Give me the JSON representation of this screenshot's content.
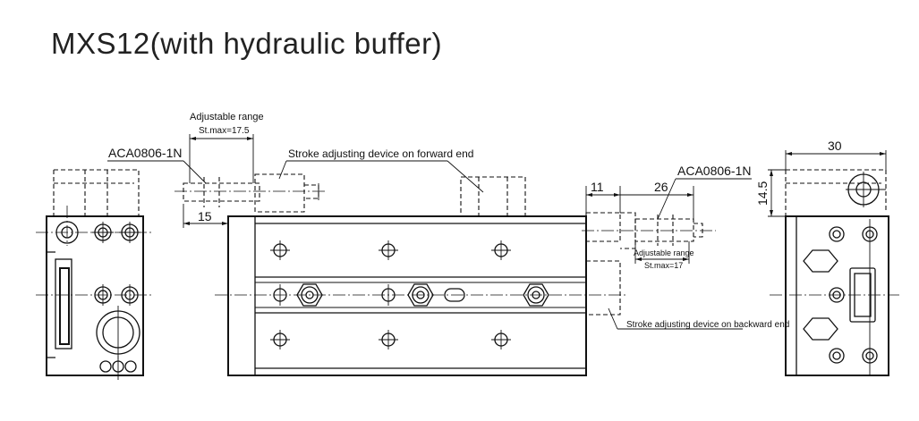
{
  "title": "MXS12(with hydraulic buffer)",
  "labels": {
    "adjustable_range_left": "Adjustable range",
    "stmax_left": "St.max=17.5",
    "aca_left": "ACA0806-1N",
    "forward_device": "Stroke adjusting device on forward end",
    "dim_15": "15",
    "dim_11": "11",
    "dim_26": "26",
    "aca_right": "ACA0806-1N",
    "adjustable_range_right": "Adjustable range",
    "stmax_right": "St.max=17",
    "backward_device": "Stroke adjusting device on backward end",
    "dim_30": "30",
    "dim_14_5": "14.5"
  }
}
